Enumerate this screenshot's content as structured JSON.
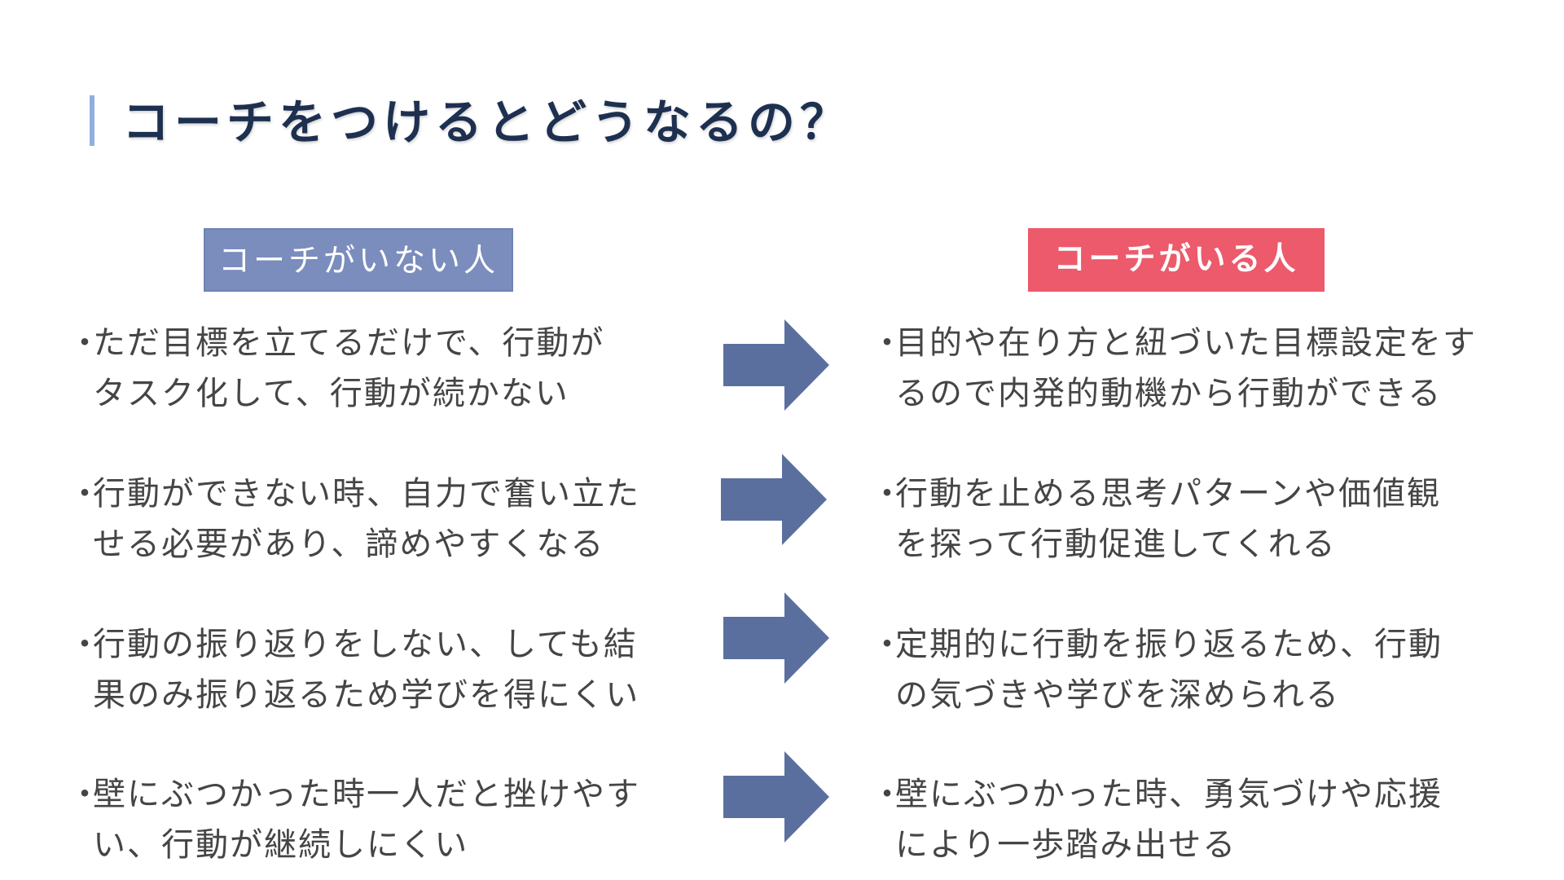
{
  "title": "コーチをつけるとどうなるの？",
  "columns": {
    "left_heading": "コーチがいない人",
    "right_heading": "コーチがいる人"
  },
  "bullet": "・",
  "left_items": [
    "ただ目標を立てるだけで、行動が\nタスク化して、行動が続かない",
    "行動ができない時、自力で奮い立た\nせる必要があり、諦めやすくなる",
    "行動の振り返りをしない、しても結\n果のみ振り返るため学びを得にくい",
    "壁にぶつかった時一人だと挫けやす\nい、行動が継続しにくい"
  ],
  "right_items": [
    "目的や在り方と紐づいた目標設定をす\nるので内発的動機から行動ができる",
    "行動を止める思考パターンや価値観\nを探って行動促進してくれる",
    "定期的に行動を振り返るため、行動\nの気づきや学びを深められる",
    "壁にぶつかった時、勇気づけや応援\nにより一歩踏み出せる"
  ],
  "icons": {
    "arrow": "right-arrow-icon"
  },
  "colors": {
    "title": "#1e3050",
    "title_accent_bar": "#8fb0de",
    "left_heading_bg": "#7b8dbd",
    "right_heading_bg": "#ec5a6b",
    "arrow": "#5b6f9f",
    "body_text": "#454545"
  }
}
